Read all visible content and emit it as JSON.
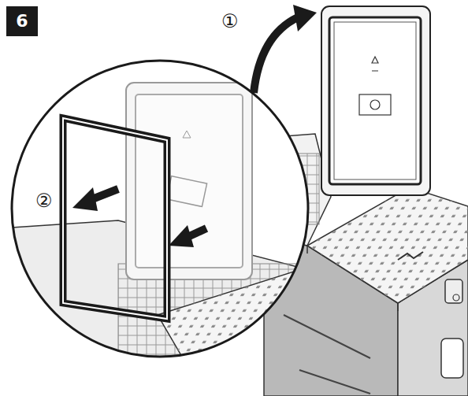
{
  "diagram": {
    "nodes": [
      {
        "text": [
          "6"
        ]
      }
    ],
    "labels": [
      "①",
      "②"
    ]
  }
}
